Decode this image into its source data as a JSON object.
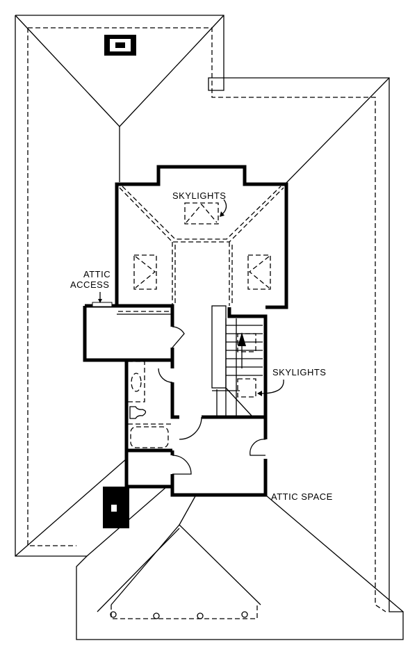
{
  "labels": {
    "skylights_top": "SKYLIGHTS",
    "attic_access_line1": "ATTIC",
    "attic_access_line2": "ACCESS",
    "skylights_right": "SKYLIGHTS",
    "attic_space": "ATTIC SPACE"
  },
  "colors": {
    "line": "#000000",
    "background": "#ffffff"
  }
}
